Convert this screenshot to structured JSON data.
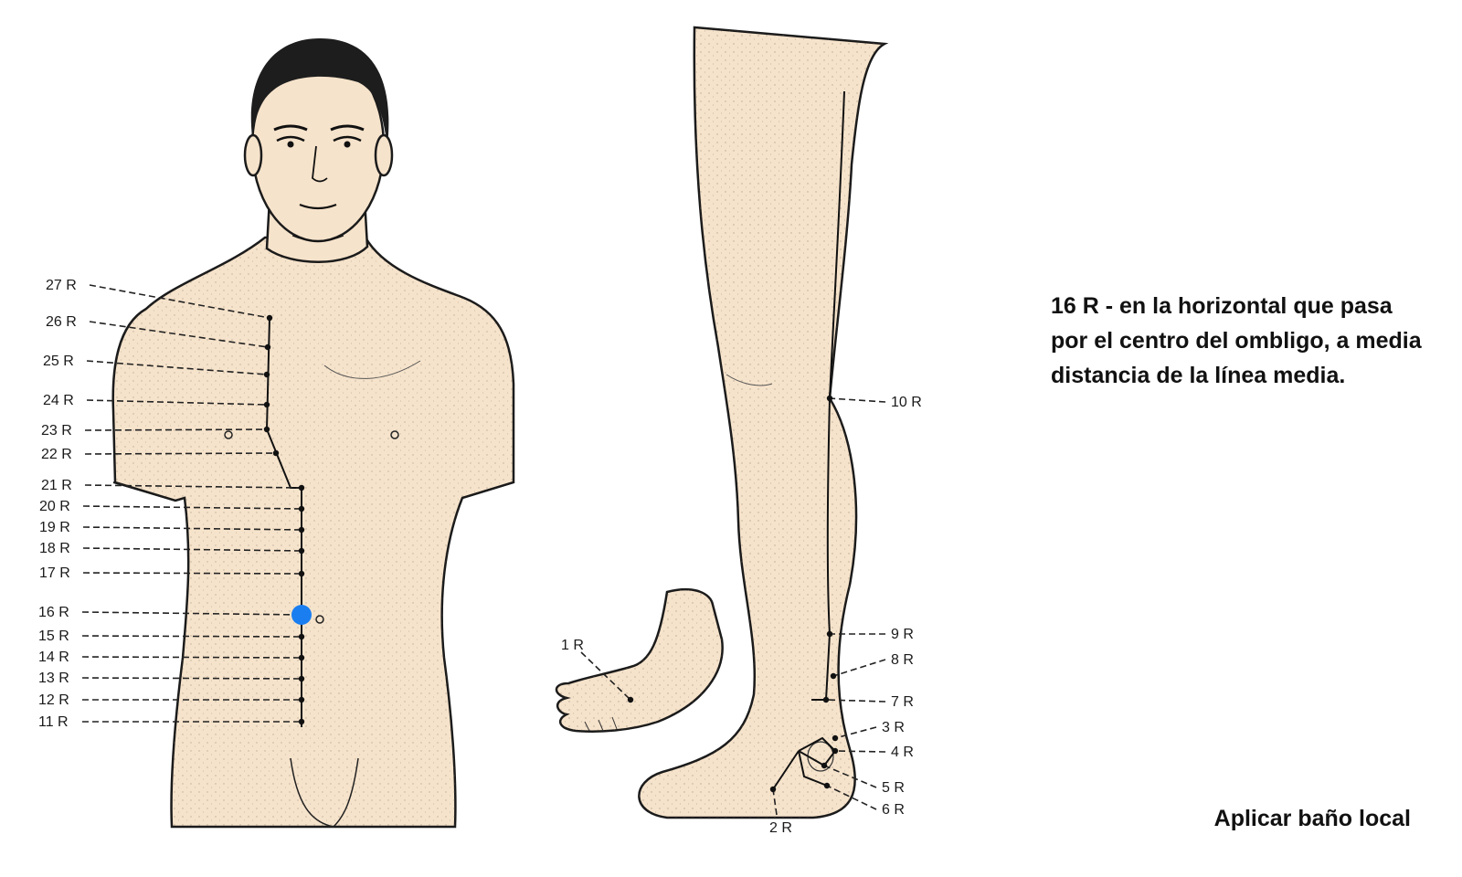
{
  "description": "16 R - en la horizontal que pasa por el centro del ombligo, a media distancia de la línea media.",
  "note": "Aplicar baño local",
  "highlight_color": "#1a7ef0",
  "skin_color": "#f6e3cb",
  "torso_points": [
    {
      "label": "27 R"
    },
    {
      "label": "26 R"
    },
    {
      "label": "25 R"
    },
    {
      "label": "24 R"
    },
    {
      "label": "23 R"
    },
    {
      "label": "22 R"
    },
    {
      "label": "21 R"
    },
    {
      "label": "20 R"
    },
    {
      "label": "19 R"
    },
    {
      "label": "18 R"
    },
    {
      "label": "17 R"
    },
    {
      "label": "16 R",
      "highlighted": true
    },
    {
      "label": "15 R"
    },
    {
      "label": "14 R"
    },
    {
      "label": "13 R"
    },
    {
      "label": "12 R"
    },
    {
      "label": "11 R"
    }
  ],
  "leg_points": [
    {
      "label": "10 R"
    },
    {
      "label": "9 R"
    },
    {
      "label": "8 R"
    },
    {
      "label": "7 R"
    },
    {
      "label": "3 R"
    },
    {
      "label": "4 R"
    },
    {
      "label": "5 R"
    },
    {
      "label": "6 R"
    },
    {
      "label": "2 R"
    },
    {
      "label": "1 R"
    }
  ]
}
